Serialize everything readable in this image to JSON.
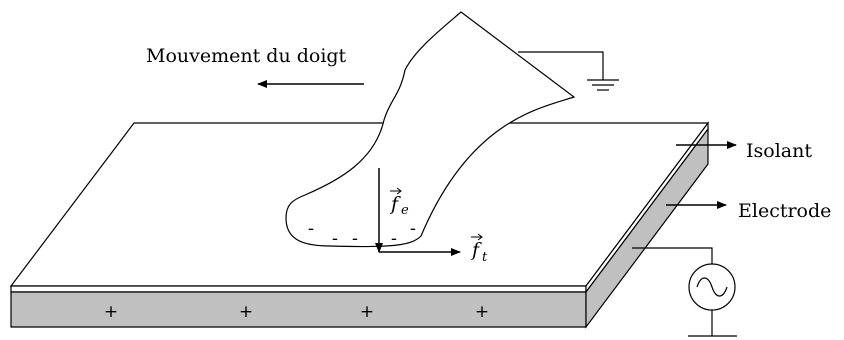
{
  "labels": {
    "movement": "Mouvement du doigt",
    "insulator": "Isolant",
    "electrode": "Electrode"
  },
  "forces": {
    "electrostatic": {
      "symbol": "f",
      "subscript": "e"
    },
    "tangential": {
      "symbol": "f",
      "subscript": "t"
    }
  },
  "charges": {
    "negative": "-",
    "positive": "+"
  },
  "colors": {
    "electrode_fill": "#c0c0c0",
    "stroke": "#000000",
    "background": "#ffffff"
  },
  "icons": [
    "ground-icon",
    "ac-source-icon",
    "arrow-icon"
  ]
}
